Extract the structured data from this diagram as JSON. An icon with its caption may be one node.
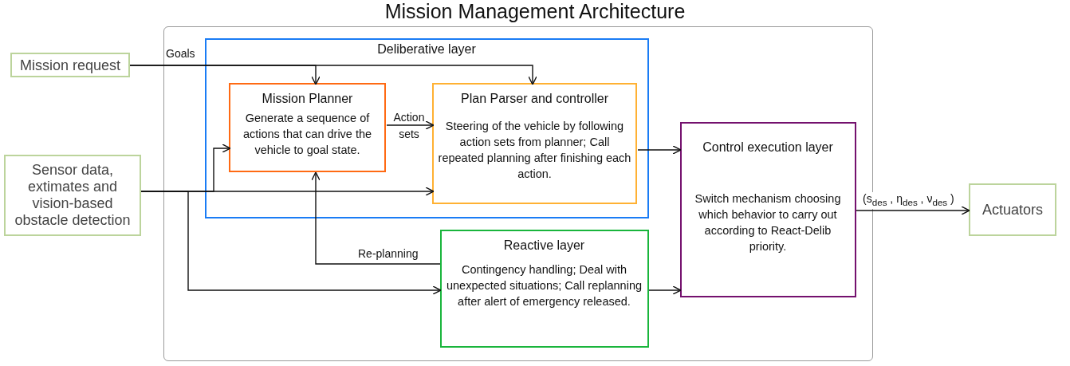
{
  "diagram": {
    "title": "Mission Management Architecture",
    "nodes": [
      {
        "text": [],
        "shape": "box"
      },
      {
        "text": [
          "Mission request"
        ]
      },
      {
        "text": [
          "Sensor data, extimates and vision-based obstacle detection"
        ]
      },
      {
        "text": [
          "Deliberative layer"
        ],
        "in": 0
      },
      {
        "text": [
          "Mission Planner",
          "Generate a sequence of actions that can drive the vehicle to goal state."
        ],
        "in": 3
      },
      {
        "text": [
          "Plan Parser and controller",
          "Steering of the  vehicle by following action sets from planner; Call repeated planning after finishing each action."
        ],
        "in": 3
      },
      {
        "text": [
          "Reactive layer",
          "Contingency handling; Deal with unexpected situations; Call replanning after alert of emergency released."
        ],
        "in": 0
      },
      {
        "text": [
          "Control execution layer",
          "Switch mechanism choosing which behavior to carry out according to React-Delib priority."
        ],
        "in": 0
      },
      {
        "text": [
          "Actuators"
        ]
      }
    ],
    "edges": [
      {
        "from": 1,
        "to": 4,
        "arrow": "to",
        "label": "Goals"
      },
      {
        "from": 1,
        "to": 5,
        "arrow": "to"
      },
      {
        "from": 4,
        "to": 5,
        "arrow": "to",
        "label": "Action sets"
      },
      {
        "from": 2,
        "to": 5,
        "arrow": "to"
      },
      {
        "from": 2,
        "to": 4,
        "arrow": "to"
      },
      {
        "from": 2,
        "to": 6,
        "arrow": "to"
      },
      {
        "from": 6,
        "to": 4,
        "arrow": "to",
        "label": "Re-planning"
      },
      {
        "from": 5,
        "to": 7,
        "arrow": "to"
      },
      {
        "from": 6,
        "to": 7,
        "arrow": "to"
      },
      {
        "from": 7,
        "to": 8,
        "arrow": "to",
        "label": "(s$_{des}$ , η$_{des}$ , ν$_{des}$ )"
      }
    ]
  }
}
